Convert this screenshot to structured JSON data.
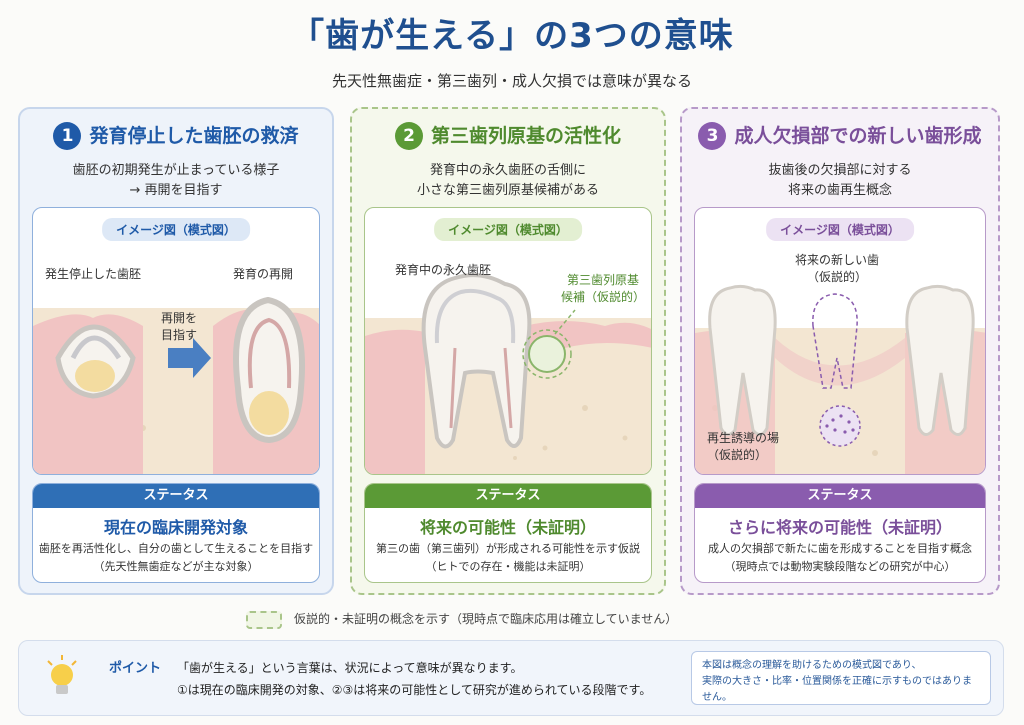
{
  "title": "「歯が生える」の3つの意味",
  "subtitle": "先天性無歯症・第三歯列・成人欠損では意味が異なる",
  "colors": {
    "blue": "#1f5aa8",
    "green": "#4f8a2e",
    "purple": "#7a4f9a",
    "title": "#1f4f8f"
  },
  "panels": [
    {
      "number": "1",
      "heading": "発育停止した歯胚の救済",
      "desc_line1": "歯胚の初期発生が止まっている様子",
      "desc_line2": "→ 再開を目指す",
      "image_tag": "イメージ図（模式図）",
      "label_left": "発生停止した歯胚",
      "label_right": "発育の再開",
      "arrow_label_1": "再開を",
      "arrow_label_2": "目指す",
      "status_bar": "ステータス",
      "status_title": "現在の臨床開発対象",
      "status_line1": "歯胚を再活性化し、自分の歯として生えることを目指す",
      "status_line2": "（先天性無歯症などが主な対象）"
    },
    {
      "number": "2",
      "heading": "第三歯列原基の活性化",
      "desc_line1": "発育中の永久歯胚の舌側に",
      "desc_line2": "小さな第三歯列原基候補がある",
      "image_tag": "イメージ図（模式図）",
      "label_main": "発育中の永久歯胚",
      "label_bud_1": "第三歯列原基",
      "label_bud_2": "候補（仮説的）",
      "status_bar": "ステータス",
      "status_title": "将来の可能性（未証明）",
      "status_line1": "第三の歯（第三歯列）が形成される可能性を示す仮説",
      "status_line2": "（ヒトでの存在・機能は未証明）"
    },
    {
      "number": "3",
      "heading": "成人欠損部での新しい歯形成",
      "desc_line1": "抜歯後の欠損部に対する",
      "desc_line2": "将来の歯再生概念",
      "image_tag": "イメージ図（模式図）",
      "label_new_1": "将来の新しい歯",
      "label_new_2": "（仮説的）",
      "label_site_1": "再生誘導の場",
      "label_site_2": "（仮説的）",
      "status_bar": "ステータス",
      "status_title": "さらに将来の可能性（未証明）",
      "status_line1": "成人の欠損部で新たに歯を形成することを目指す概念",
      "status_line2": "（現時点では動物実験段階などの研究が中心）"
    }
  ],
  "legend_text": "仮説的・未証明の概念を示す（現時点で臨床応用は確立していません）",
  "point": {
    "label": "ポイント",
    "line1": "「歯が生える」という言葉は、状況によって意味が異なります。",
    "line2": "①は現在の臨床開発の対象、②③は将来の可能性として研究が進められている段階です。",
    "note_line1": "本図は概念の理解を助けるための模式図であり、",
    "note_line2": "実際の大きさ・比率・位置関係を正確に示すものではありません。"
  }
}
